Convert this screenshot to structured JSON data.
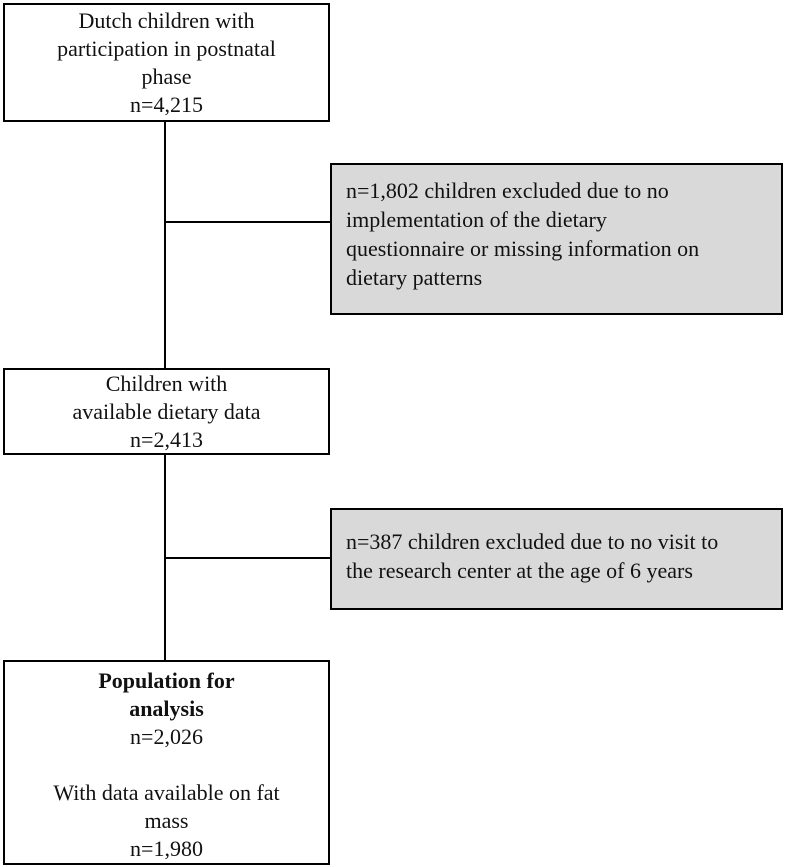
{
  "colors": {
    "border": "#000000",
    "text": "#111111",
    "main_box_fill": "#ffffff",
    "exclusion_box_fill": "#d9d9d9"
  },
  "flowchart": {
    "type": "participant-flow-diagram",
    "nodes": {
      "postnatal": {
        "text": "Dutch children with\nparticipation in postnatal\nphase\nn=4,215"
      },
      "exclusion_dietary": {
        "text": "n=1,802 children excluded due to no\nimplementation of the dietary\nquestionnaire or missing information on\ndietary patterns"
      },
      "dietary": {
        "text": "Children with\navailable dietary data\nn=2,413"
      },
      "exclusion_visit": {
        "text": "n=387 children excluded due to no visit to\nthe research center at the age of 6 years"
      },
      "analysis": {
        "title": "Population for\nanalysis",
        "text": "n=2,026\n\nWith data available on fat\nmass\nn=1,980"
      }
    }
  }
}
